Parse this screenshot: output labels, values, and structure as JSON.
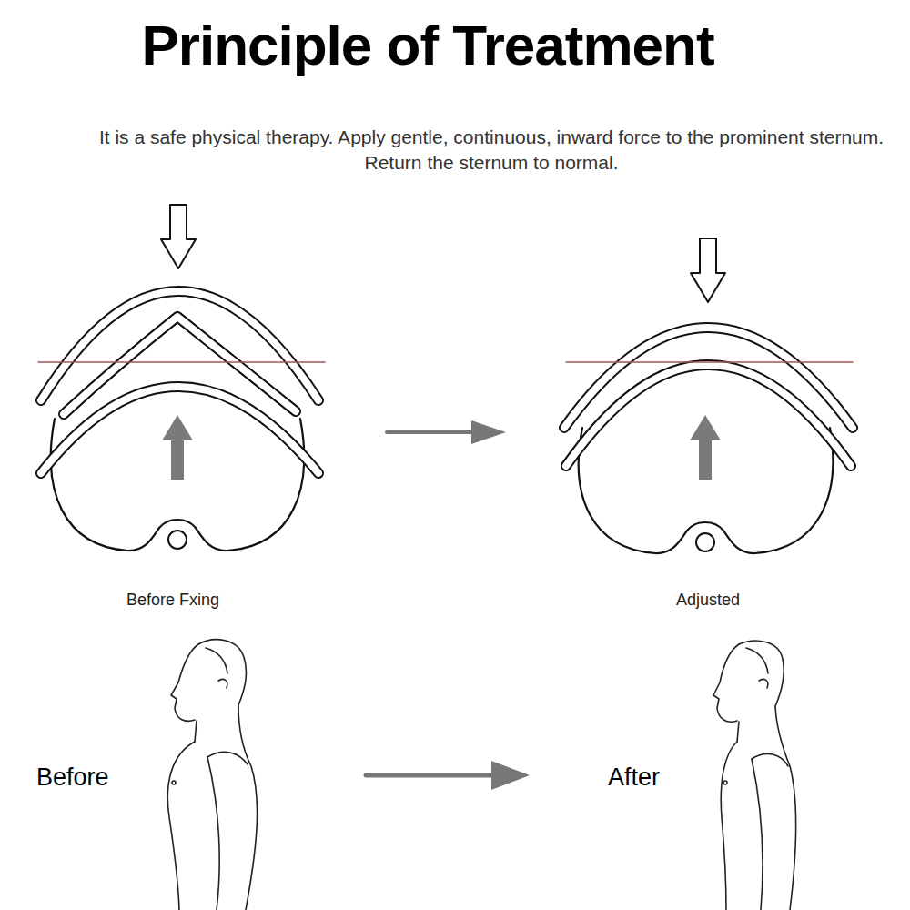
{
  "diagram": {
    "title": "Principle of Treatment",
    "labels": [
      "It is a safe physical therapy. Apply gentle, continuous, inward force to the prominent sternum. Return the sternum to normal.",
      "Before Fxing",
      "Adjusted",
      "Before",
      "After"
    ]
  }
}
